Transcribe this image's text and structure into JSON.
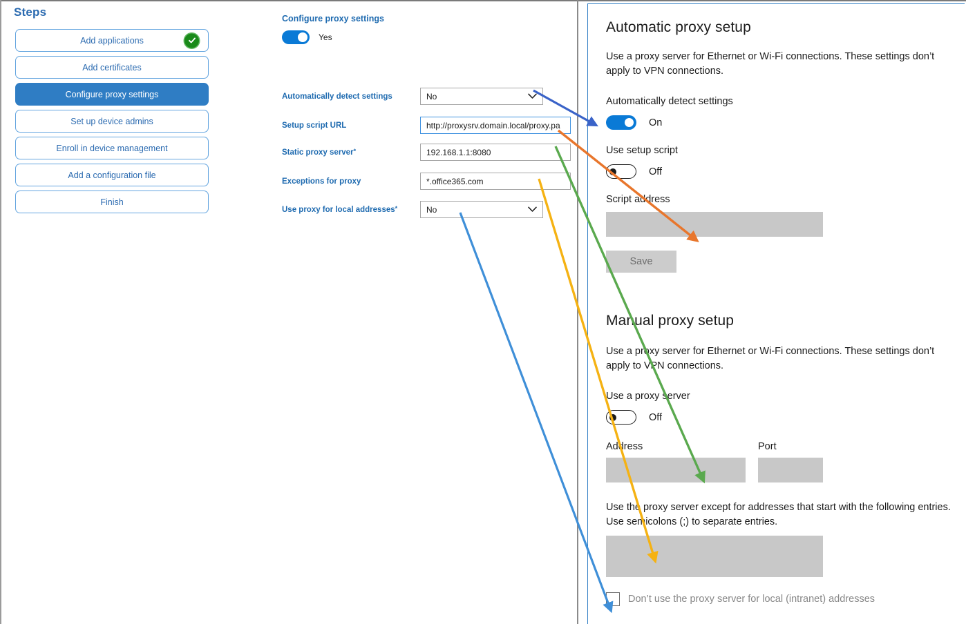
{
  "steps": {
    "title": "Steps",
    "items": [
      {
        "label": "Add applications",
        "state": "complete",
        "icon": "check-circle-icon"
      },
      {
        "label": "Add certificates",
        "state": "default"
      },
      {
        "label": "Configure proxy settings",
        "state": "active"
      },
      {
        "label": "Set up device admins",
        "state": "default"
      },
      {
        "label": "Enroll in device management",
        "state": "default"
      },
      {
        "label": "Add a configuration file",
        "state": "default"
      },
      {
        "label": "Finish",
        "state": "default"
      }
    ]
  },
  "form": {
    "title": "Configure proxy settings",
    "master_toggle": {
      "value": "Yes",
      "state": "on"
    },
    "fields": [
      {
        "label": "Automatically detect settings",
        "required": false,
        "type": "select",
        "value": "No",
        "icon": "chevron-down-icon"
      },
      {
        "label": "Setup script URL",
        "required": false,
        "type": "text",
        "value": "http://proxysrv.domain.local/proxy.pa",
        "focused": true
      },
      {
        "label": "Static proxy server",
        "required": true,
        "type": "text",
        "value": "192.168.1.1:8080"
      },
      {
        "label": "Exceptions for proxy",
        "required": false,
        "type": "text",
        "value": "*.office365.com"
      },
      {
        "label": "Use proxy for local addresses",
        "required": true,
        "type": "select",
        "value": "No",
        "icon": "chevron-down-icon"
      }
    ]
  },
  "windows_pane": {
    "automatic": {
      "heading": "Automatic proxy setup",
      "description": "Use a proxy server for Ethernet or Wi-Fi connections. These settings don’t apply to VPN connections.",
      "auto_detect_label": "Automatically detect settings",
      "auto_detect_state": "On",
      "use_script_label": "Use setup script",
      "use_script_state": "Off",
      "script_address_label": "Script address",
      "script_address_value": "",
      "save_label": "Save"
    },
    "manual": {
      "heading": "Manual proxy setup",
      "description": "Use a proxy server for Ethernet or Wi-Fi connections. These settings don’t apply to VPN connections.",
      "use_proxy_label": "Use a proxy server",
      "use_proxy_state": "Off",
      "address_label": "Address",
      "address_value": "",
      "port_label": "Port",
      "port_value": "",
      "exceptions_description": "Use the proxy server except for addresses that start with the following entries. Use semicolons (;) to separate entries.",
      "exceptions_value": "",
      "bypass_local_label": "Don’t use the proxy server for local (intranet) addresses"
    }
  },
  "annotations": {
    "arrows": [
      {
        "name": "arrow-auto-detect",
        "color": "#3a63c8"
      },
      {
        "name": "arrow-setup-script",
        "color": "#e8762c"
      },
      {
        "name": "arrow-static-proxy",
        "color": "#5aa94e"
      },
      {
        "name": "arrow-exceptions",
        "color": "#f5b213"
      },
      {
        "name": "arrow-local-addresses",
        "color": "#3f8fd8"
      }
    ]
  },
  "colors": {
    "accent_blue": "#2f7dc4",
    "label_blue": "#1f6bb0",
    "toggle_on": "#0a7ad6",
    "complete_green": "#1a8a1a",
    "disabled_gray": "#c8c8c8"
  }
}
